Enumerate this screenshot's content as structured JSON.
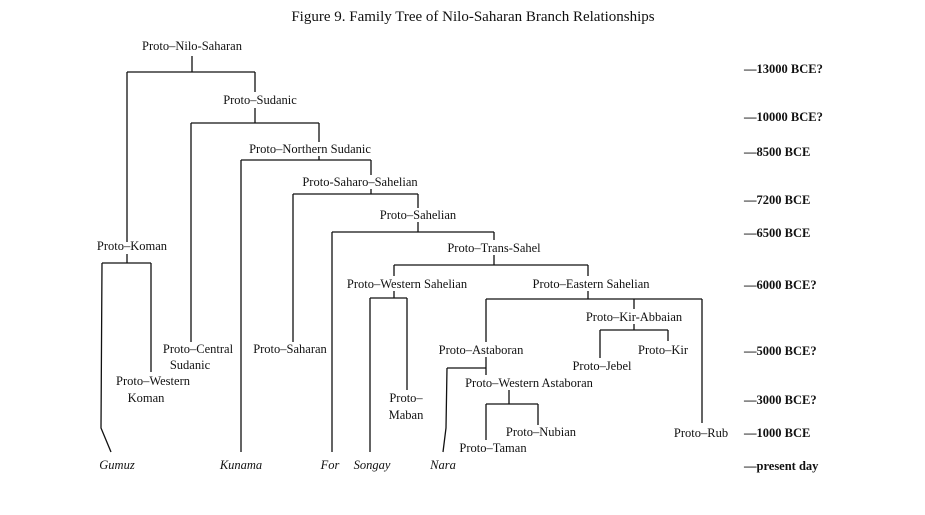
{
  "figure": {
    "title": "Figure 9.  Family Tree of Nilo-Saharan Branch Relationships"
  },
  "nodes": {
    "proto_nilo_saharan": "Proto–Nilo-Saharan",
    "proto_sudanic": "Proto–Sudanic",
    "proto_northern_sudanic": "Proto–Northern Sudanic",
    "proto_saharo_sahelian": "Proto-Saharo–Sahelian",
    "proto_sahelian": "Proto–Sahelian",
    "proto_trans_sahel": "Proto–Trans-Sahel",
    "proto_koman": "Proto–Koman",
    "proto_western_sahelian": "Proto–Western Sahelian",
    "proto_eastern_sahelian": "Proto–Eastern Sahelian",
    "proto_kir_abbaian": "Proto–Kir-Abbaian",
    "proto_central_sudanic_1": "Proto–Central",
    "proto_central_sudanic_2": "Sudanic",
    "proto_saharan": "Proto–Saharan",
    "proto_astaboran": "Proto–Astaboran",
    "proto_jebel": "Proto–Jebel",
    "proto_kir": "Proto–Kir",
    "proto_western_koman_1": "Proto–Western",
    "proto_western_koman_2": "Koman",
    "proto_western_astaboran": "Proto–Western Astaboran",
    "proto_maban_1": "Proto–",
    "proto_maban_2": "Maban",
    "proto_nubian": "Proto–Nubian",
    "proto_taman": "Proto–Taman",
    "proto_rub": "Proto–Rub"
  },
  "leaves": {
    "gumuz": "Gumuz",
    "kunama": "Kunama",
    "for": "For",
    "songay": "Songay",
    "nara": "Nara"
  },
  "timeline": [
    "—13000 BCE?",
    "—10000 BCE?",
    "—8500 BCE",
    "—7200 BCE",
    "—6500 BCE",
    "—6000 BCE?",
    "—5000 BCE?",
    "—3000 BCE?",
    "—1000 BCE",
    "—present day"
  ]
}
